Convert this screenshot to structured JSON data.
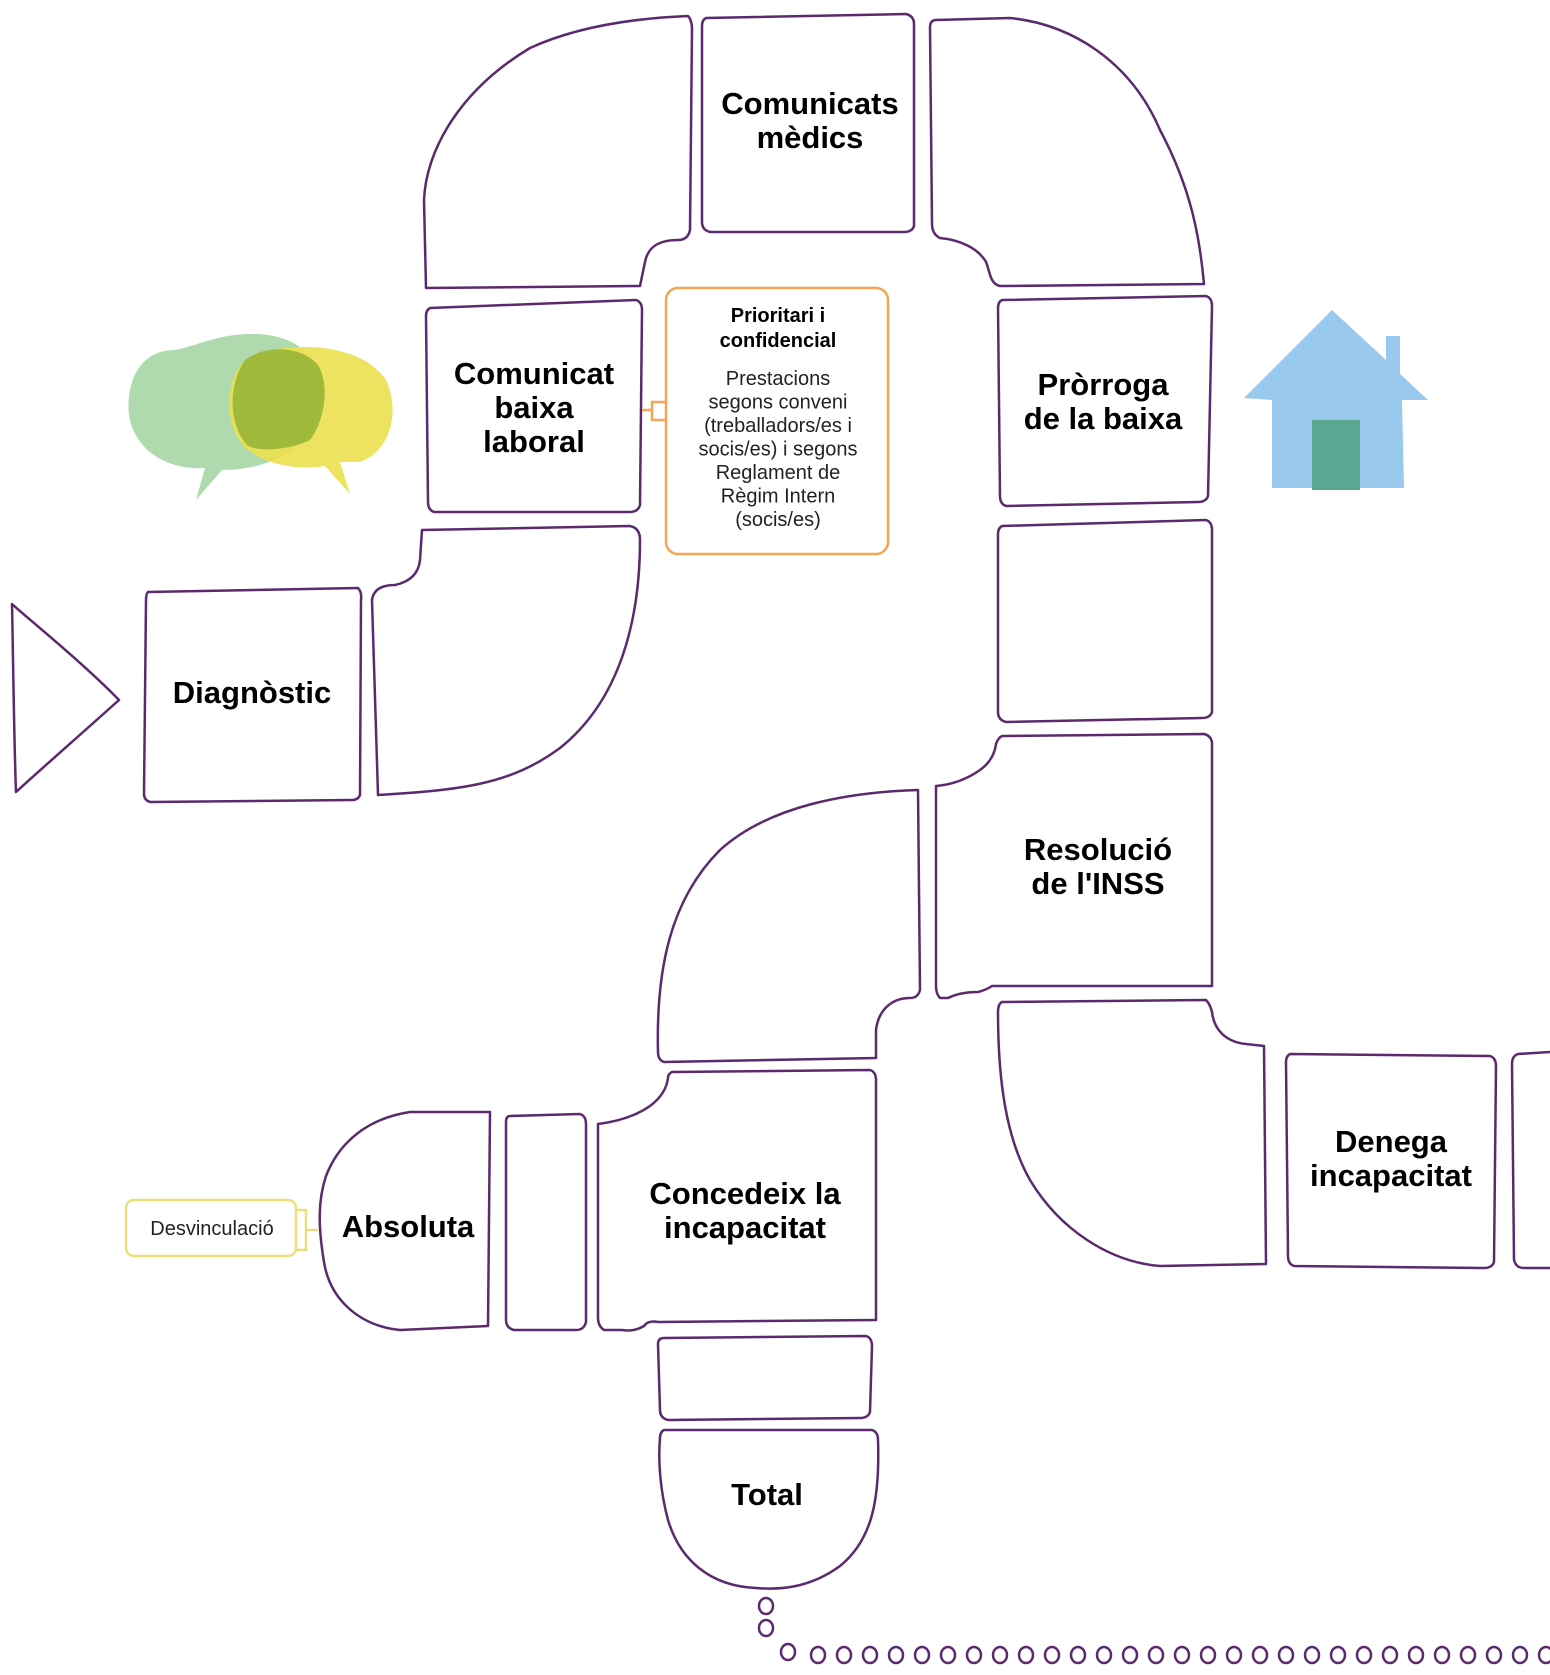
{
  "colors": {
    "outline": "#5b2a6e",
    "path_tile": "#efe9e1",
    "blue": "#99c9ec",
    "orange": "#f49955",
    "green": "#a5d6a4",
    "yellow": "#ece050",
    "note_orange": "#f5a455",
    "note_yellow": "#e9e07a"
  },
  "steps": {
    "diagnostic": "Diagnòstic",
    "comunicat_1": "Comunicat",
    "comunicat_2": "baixa",
    "comunicat_3": "laboral",
    "comunicats_1": "Comunicats",
    "comunicats_2": "mèdics",
    "prorroga_1": "Pròrroga",
    "prorroga_2": "de la baixa",
    "resolucio_1": "Resolució",
    "resolucio_2": "de l'INSS",
    "concedeix_1": "Concedeix la",
    "concedeix_2": "incapacitat",
    "denega_1": "Denega",
    "denega_2": "incapacitat",
    "absoluta": "Absoluta",
    "total": "Total"
  },
  "note": {
    "title_1": "Prioritari i",
    "title_2": "confidencial",
    "body": [
      "Prestacions",
      "segons conveni",
      "(treballadors/es i",
      "socis/es) i segons",
      "Reglament de",
      "Règim Intern",
      "(socis/es)"
    ]
  },
  "tag": "Desvinculació",
  "icons": [
    "speech-bubbles-icon",
    "house-icon"
  ]
}
